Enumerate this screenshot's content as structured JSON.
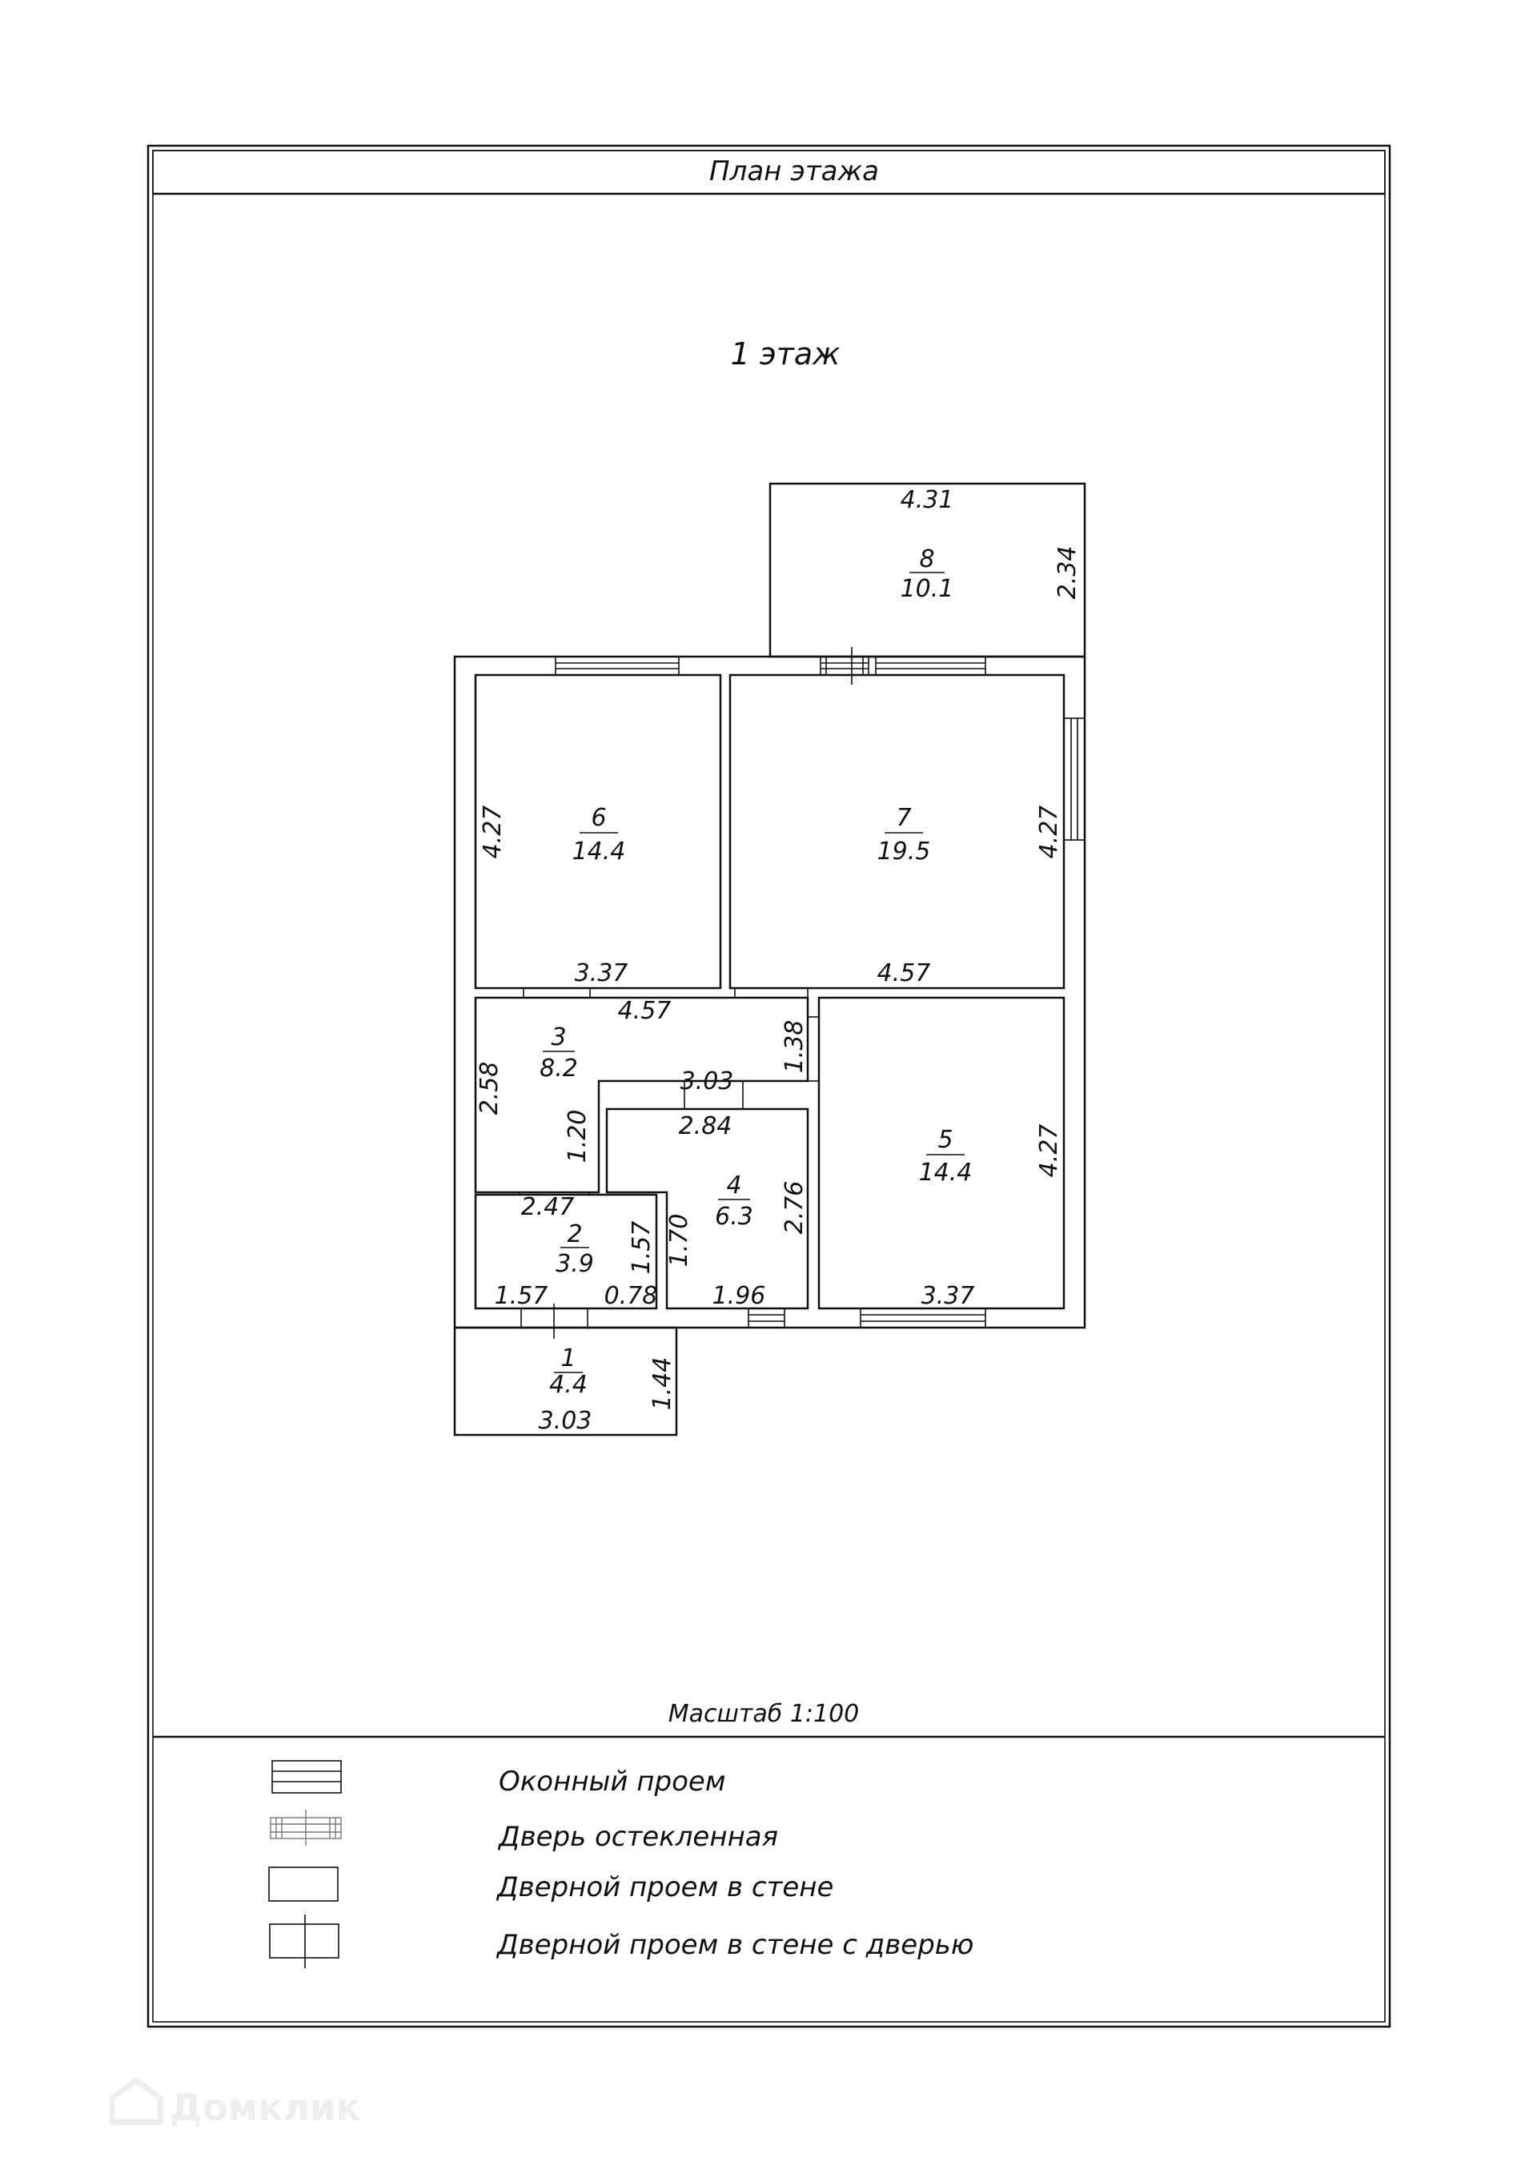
{
  "sheet": {
    "title": "План этажа",
    "floor_label": "1 этаж",
    "scale": "Масштаб 1:100"
  },
  "rooms": {
    "r8": {
      "number": "8",
      "area": "10.1",
      "width": "4.31",
      "depth": "2.34"
    },
    "r6": {
      "number": "6",
      "area": "14.4",
      "height": "4.27",
      "width": "3.37"
    },
    "r7": {
      "number": "7",
      "area": "19.5",
      "height": "4.27",
      "width": "4.57"
    },
    "r3": {
      "number": "3",
      "area": "8.2",
      "top": "4.57",
      "left": "2.58",
      "right": "1.38",
      "bottom": "3.03",
      "inner": "1.20"
    },
    "r4": {
      "number": "4",
      "area": "6.3",
      "top": "2.84",
      "right": "2.76",
      "left": "1.70",
      "bottom": "1.96"
    },
    "r2": {
      "number": "2",
      "area": "3.9",
      "top": "2.47",
      "right": "1.57",
      "bottom_left": "1.57",
      "bottom_right": "0.78"
    },
    "r5": {
      "number": "5",
      "area": "14.4",
      "height": "4.27",
      "width": "3.37"
    },
    "r1": {
      "number": "1",
      "area": "4.4",
      "depth": "1.44",
      "width": "3.03"
    }
  },
  "legend": [
    {
      "icon": "window-opening-icon",
      "label": "Оконный проем"
    },
    {
      "icon": "glazed-door-icon",
      "label": "Дверь остекленная"
    },
    {
      "icon": "door-opening-icon",
      "label": "Дверной проем в стене"
    },
    {
      "icon": "door-opening-with-door-icon",
      "label": "Дверной проем в стене с дверью"
    }
  ],
  "watermark": "Домклик"
}
